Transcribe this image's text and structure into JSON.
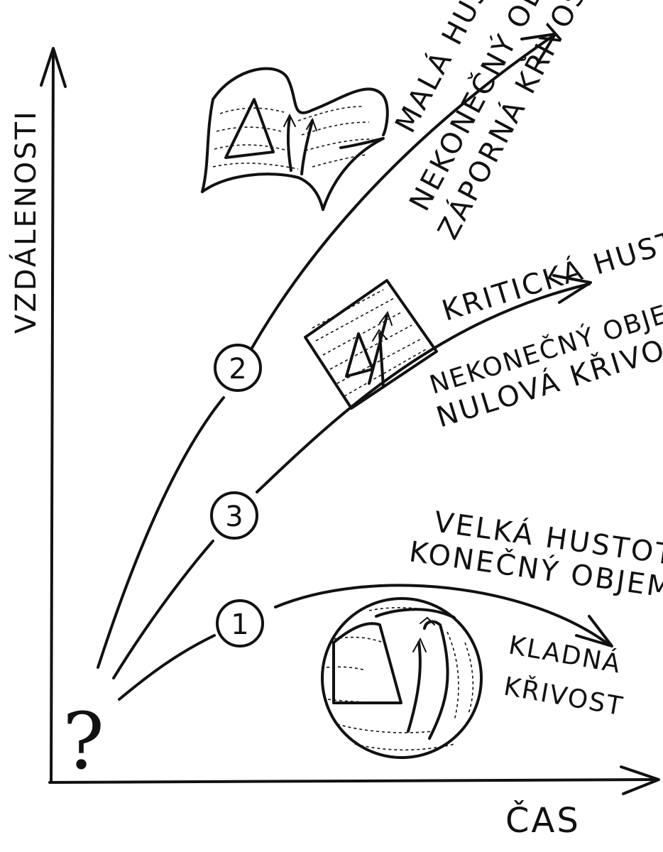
{
  "axes": {
    "y_label": "VZDÁLENOSTI",
    "x_label": "ČAS",
    "origin_mark": "?"
  },
  "curves": [
    {
      "number": "1",
      "lines": [
        "VELKÁ HUSTOTA",
        "KONEČNÝ OBJEM",
        "KLADNÁ",
        "KŘIVOST"
      ]
    },
    {
      "number": "2",
      "lines": [
        "MALÁ HUSTOTA",
        "NEKONEČNÝ OBJEM",
        "ZÁPORNÁ KŘIVOST"
      ]
    },
    {
      "number": "3",
      "lines": [
        "KRITICKÁ HUSTOTA",
        "NEKONEČNÝ OBJEM",
        "NULOVÁ KŘIVOST"
      ]
    }
  ],
  "illustrations": [
    "saddle-surface",
    "flat-plane",
    "sphere"
  ]
}
